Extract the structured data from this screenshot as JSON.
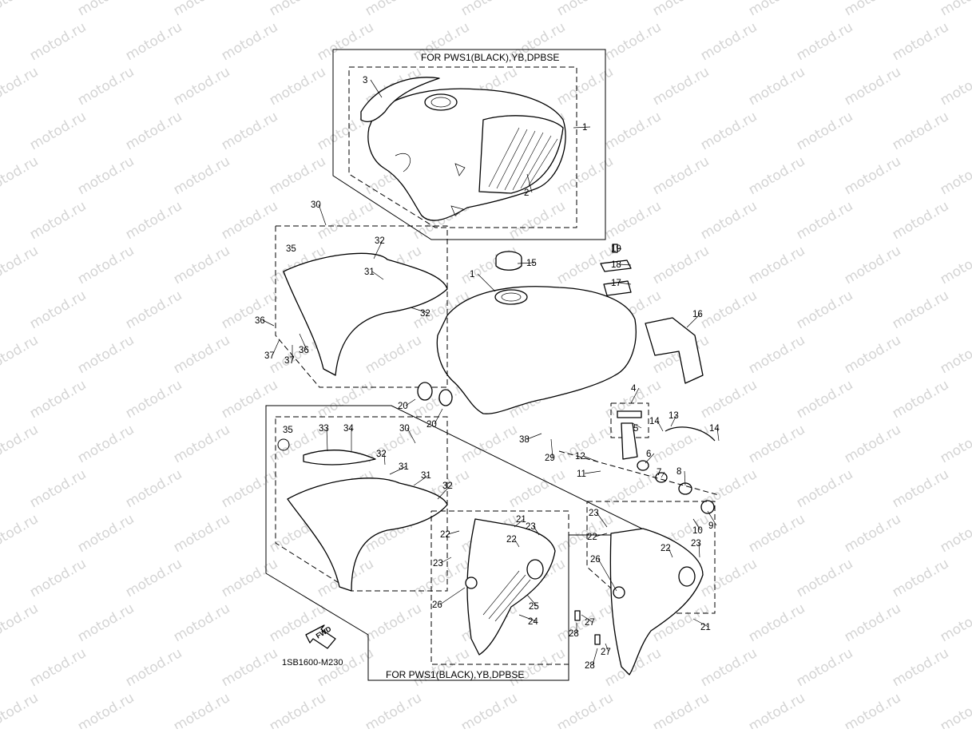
{
  "diagram": {
    "watermark": "motod.ru",
    "caption_top": "FOR PWS1(BLACK),YB,DPBSE",
    "caption_bottom": "FOR PWS1(BLACK),YB,DPBSE",
    "drawing_code": "1SB1600-M230",
    "fwd_label": "FWD",
    "callouts": [
      "1",
      "2",
      "3",
      "30",
      "35",
      "32",
      "31",
      "15",
      "19",
      "18",
      "17",
      "16",
      "1",
      "36",
      "37",
      "37",
      "36",
      "32",
      "20",
      "20",
      "4",
      "5",
      "14",
      "13",
      "14",
      "38",
      "29",
      "12",
      "6",
      "7",
      "8",
      "11",
      "9",
      "10",
      "35",
      "33",
      "34",
      "30",
      "32",
      "31",
      "31",
      "32",
      "21",
      "22",
      "22",
      "23",
      "23",
      "25",
      "24",
      "26",
      "23",
      "22",
      "22",
      "23",
      "26",
      "27",
      "28",
      "27",
      "28",
      "21"
    ]
  },
  "colors": {
    "ink": "#000000",
    "watermark": "#d4d4d4",
    "background": "#ffffff"
  }
}
